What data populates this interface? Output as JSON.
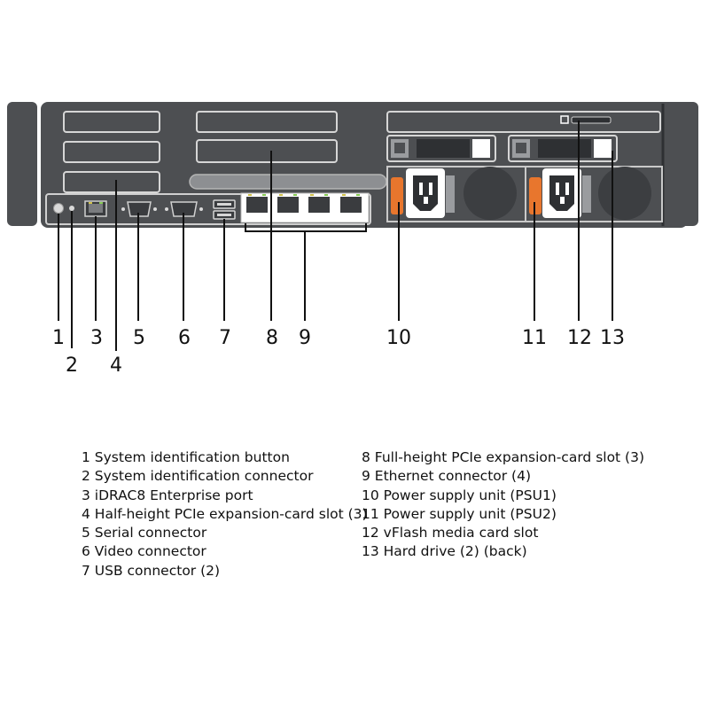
{
  "callouts": [
    {
      "n": "1"
    },
    {
      "n": "2"
    },
    {
      "n": "3"
    },
    {
      "n": "4"
    },
    {
      "n": "5"
    },
    {
      "n": "6"
    },
    {
      "n": "7"
    },
    {
      "n": "8"
    },
    {
      "n": "9"
    },
    {
      "n": "10"
    },
    {
      "n": "11"
    },
    {
      "n": "12"
    },
    {
      "n": "13"
    }
  ],
  "legend": {
    "left": [
      "1 System identification button",
      "2 System identification connector",
      "3 iDRAC8 Enterprise port",
      "4 Half-height PCIe expansion-card slot (3)",
      "5 Serial connector",
      "6 Video connector",
      "7 USB connector (2)"
    ],
    "right": [
      "8 Full-height PCIe expansion-card slot (3)",
      "9 Ethernet connector (4)",
      "10 Power supply unit (PSU1)",
      "11 Power supply unit (PSU2)",
      "12 vFlash media card slot",
      "13 Hard drive (2) (back)"
    ]
  },
  "colors": {
    "chassis": "#4d4f52",
    "panel_line": "#c9c9c9",
    "ethernet_port": "#ffffff",
    "psu_handle": "#e8762d",
    "text": "#111111"
  }
}
